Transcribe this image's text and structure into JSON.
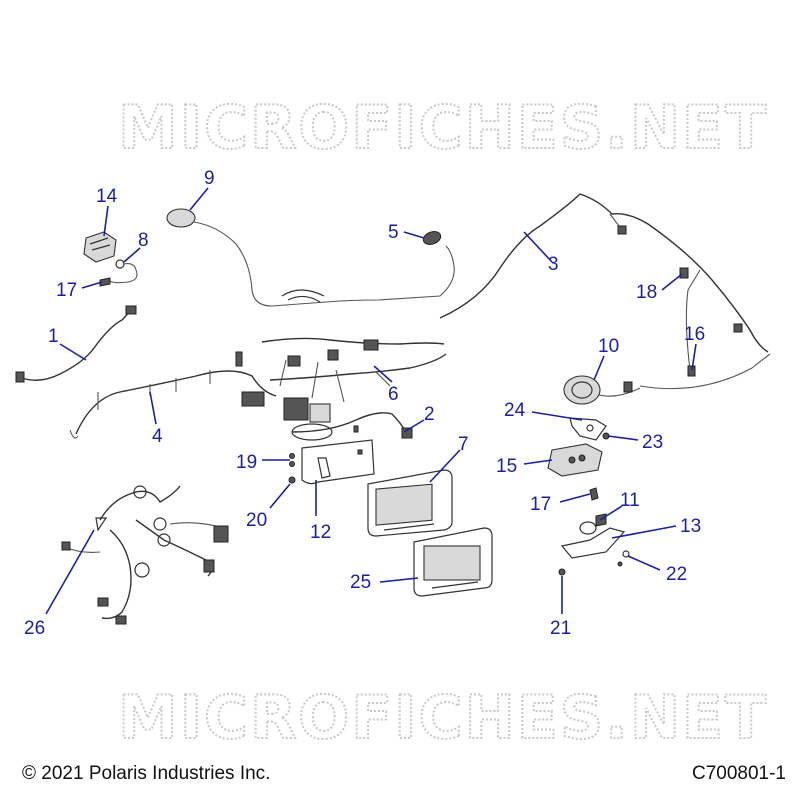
{
  "watermark": {
    "text": "MICROFICHES.NET"
  },
  "footer": {
    "copyright": "© 2021 Polaris Industries Inc.",
    "diagram_id": "C700801-1"
  },
  "callouts": [
    {
      "id": "c1",
      "label": "1"
    },
    {
      "id": "c2",
      "label": "2"
    },
    {
      "id": "c3",
      "label": "3"
    },
    {
      "id": "c4",
      "label": "4"
    },
    {
      "id": "c5",
      "label": "5"
    },
    {
      "id": "c6",
      "label": "6"
    },
    {
      "id": "c7",
      "label": "7"
    },
    {
      "id": "c8",
      "label": "8"
    },
    {
      "id": "c9",
      "label": "9"
    },
    {
      "id": "c10",
      "label": "10"
    },
    {
      "id": "c11",
      "label": "11"
    },
    {
      "id": "c12",
      "label": "12"
    },
    {
      "id": "c13",
      "label": "13"
    },
    {
      "id": "c14",
      "label": "14"
    },
    {
      "id": "c15",
      "label": "15"
    },
    {
      "id": "c16",
      "label": "16"
    },
    {
      "id": "c17a",
      "label": "17"
    },
    {
      "id": "c17b",
      "label": "17"
    },
    {
      "id": "c18",
      "label": "18"
    },
    {
      "id": "c19",
      "label": "19"
    },
    {
      "id": "c20",
      "label": "20"
    },
    {
      "id": "c21",
      "label": "21"
    },
    {
      "id": "c22",
      "label": "22"
    },
    {
      "id": "c23",
      "label": "23"
    },
    {
      "id": "c24",
      "label": "24"
    },
    {
      "id": "c25",
      "label": "25"
    },
    {
      "id": "c26",
      "label": "26"
    }
  ]
}
